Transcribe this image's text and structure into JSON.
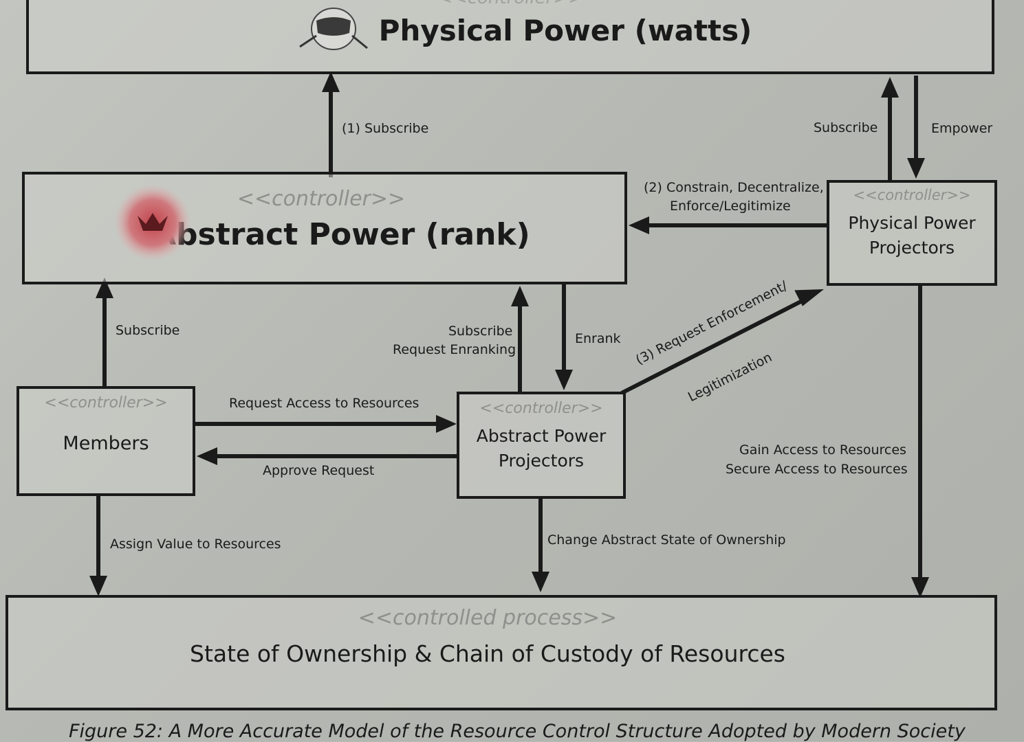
{
  "nodes": {
    "physical_power": {
      "stereotype": "<<controller>>",
      "title": "Physical Power (watts)"
    },
    "abstract_power": {
      "stereotype": "<<controller>>",
      "title": "Abstract Power (rank)"
    },
    "physical_power_projectors": {
      "stereotype": "<<controller>>",
      "title_line1": "Physical Power",
      "title_line2": "Projectors"
    },
    "members": {
      "stereotype": "<<controller>>",
      "title": "Members"
    },
    "abstract_power_projectors": {
      "stereotype": "<<controller>>",
      "title_line1": "Abstract Power",
      "title_line2": "Projectors"
    },
    "state_of_ownership": {
      "stereotype": "<<controlled process>>",
      "title": "State of Ownership & Chain of Custody of Resources"
    }
  },
  "edges": {
    "subscribe_1": "(1) Subscribe",
    "ppp_subscribe": "Subscribe",
    "ppp_empower": "Empower",
    "constrain_line1": "(2) Constrain, Decentralize,",
    "constrain_line2": "Enforce/Legitimize",
    "members_subscribe": "Subscribe",
    "app_subscribe_line1": "Subscribe",
    "app_subscribe_line2": "Request Enranking",
    "enrank": "Enrank",
    "request_enforcement_line1": "(3) Request Enforcement/",
    "request_enforcement_line2": "Legitimization",
    "request_access": "Request Access to Resources",
    "approve_request": "Approve Request",
    "gain_access_line1": "Gain Access to Resources",
    "gain_access_line2": "Secure Access to Resources",
    "assign_value": "Assign Value to Resources",
    "change_state": "Change Abstract State of Ownership"
  },
  "caption": "Figure 52: A More Accurate Model of the Resource Control Structure Adopted by Modern Society"
}
